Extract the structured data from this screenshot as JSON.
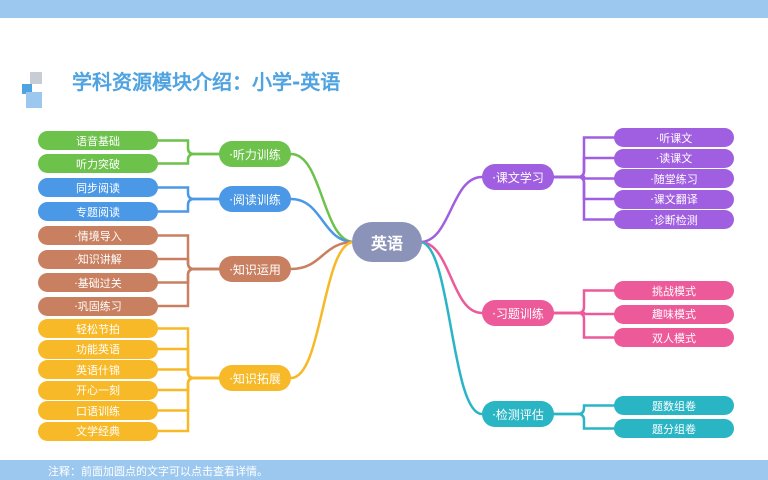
{
  "title": "学科资源模块介绍：小学-英语",
  "footer_note": "注释：前面加圆点的文字可以点击查看详情。",
  "colors": {
    "bar": "#9cc8ef",
    "title": "#4fa3e0",
    "center": "#8b93b8",
    "green": "#6cc24a",
    "blue": "#4a98e6",
    "brown": "#c98060",
    "yellow": "#f7b927",
    "purple": "#a05fe0",
    "pink": "#ec5a9a",
    "teal": "#2ab5c5"
  },
  "center": "英语",
  "branches": [
    {
      "id": "listening",
      "label": "·听力训练",
      "color": "green",
      "leaves": [
        "语音基础",
        "听力突破"
      ]
    },
    {
      "id": "reading",
      "label": "·阅读训练",
      "color": "blue",
      "leaves": [
        "同步阅读",
        "专题阅读"
      ]
    },
    {
      "id": "knowledge-use",
      "label": "·知识运用",
      "color": "brown",
      "leaves": [
        "·情境导入",
        "·知识讲解",
        "·基础过关",
        "·巩固练习"
      ]
    },
    {
      "id": "knowledge-ext",
      "label": "·知识拓展",
      "color": "yellow",
      "leaves": [
        "轻松节拍",
        "功能英语",
        "英语什锦",
        "开心一刻",
        "口语训练",
        "文学经典"
      ]
    },
    {
      "id": "text-study",
      "label": "·课文学习",
      "color": "purple",
      "leaves": [
        "·听课文",
        "·读课文",
        "·随堂练习",
        "·课文翻译",
        "·诊断检测"
      ]
    },
    {
      "id": "exercise",
      "label": "·习题训练",
      "color": "pink",
      "leaves": [
        "挑战模式",
        "趣味模式",
        "双人模式"
      ]
    },
    {
      "id": "assessment",
      "label": "·检测评估",
      "color": "teal",
      "leaves": [
        "题数组卷",
        "题分组卷"
      ]
    }
  ]
}
